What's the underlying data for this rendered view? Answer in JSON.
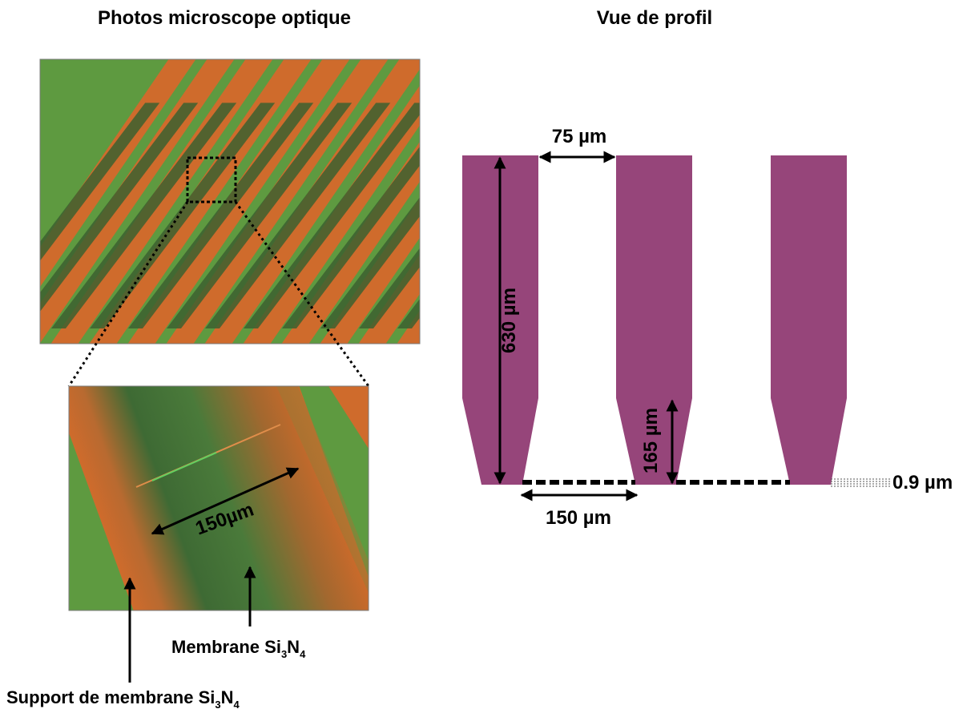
{
  "titles": {
    "left": "Photos microscope optique",
    "right": "Vue de profil"
  },
  "micro_labels": {
    "distance": "150µm",
    "membrane_prefix": "Membrane Si",
    "membrane_sub1": "3",
    "membrane_mid": "N",
    "membrane_sub2": "4",
    "support_prefix": "Support de membrane Si",
    "support_sub1": "3",
    "support_mid": "N",
    "support_sub2": "4"
  },
  "profile_labels": {
    "gap_top": "75 µm",
    "height_total": "630 µm",
    "taper_height": "165 µm",
    "gap_bottom": "150 µm",
    "membrane_thickness": "0.9 µm"
  },
  "colors": {
    "pillar": "#96457a",
    "photo_green": "#5e9a40",
    "photo_orange": "#cf6b2c",
    "photo_dark": "#3c6030",
    "annotation": "#000000"
  }
}
